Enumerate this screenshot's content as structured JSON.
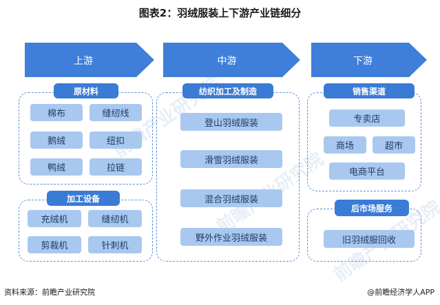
{
  "title": "图表2：羽绒服装上下游产业链细分",
  "stages": [
    {
      "label": "上游"
    },
    {
      "label": "中游"
    },
    {
      "label": "下游"
    }
  ],
  "upstream": {
    "materials": {
      "header": "原材料",
      "items": [
        "棉布",
        "缝纫线",
        "鹅绒",
        "纽扣",
        "鸭绒",
        "拉链"
      ]
    },
    "equipment": {
      "header": "加工设备",
      "items": [
        "充绒机",
        "缝纫机",
        "剪裁机",
        "针刺机"
      ]
    }
  },
  "midstream": {
    "header": "纺织加工及制造",
    "items": [
      "登山羽绒服装",
      "滑雪羽绒服装",
      "混合羽绒服装",
      "野外作业羽绒服装"
    ]
  },
  "downstream": {
    "channels": {
      "header": "销售渠道",
      "items": [
        "专卖店",
        "商场",
        "超市",
        "电商平台"
      ]
    },
    "aftermarket": {
      "header": "后市场服务",
      "items": [
        "旧羽绒服回收"
      ]
    }
  },
  "footer": {
    "source": "资料来源：前瞻产业研究院",
    "brand": "@前瞻经济学人APP"
  },
  "watermark": "前瞻产业研究院",
  "colors": {
    "arrow": "#3f7fd9",
    "header": "#3a7bd5",
    "item": "#a9c8ef",
    "dash": "#5a8fd6"
  }
}
